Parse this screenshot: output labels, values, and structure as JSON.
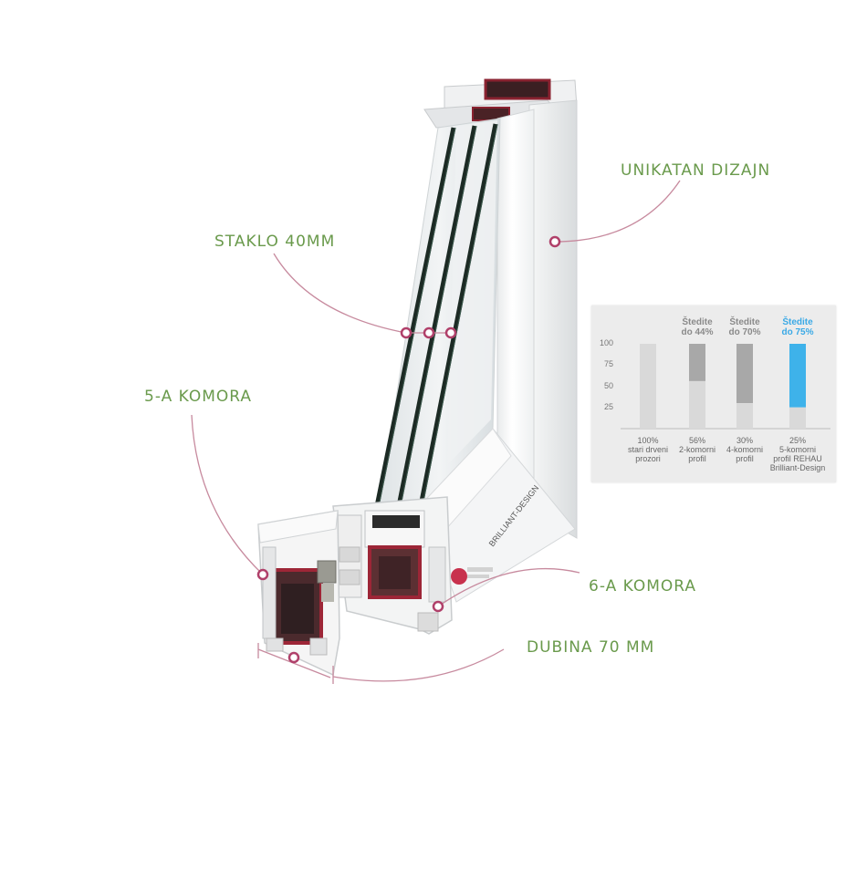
{
  "callouts": {
    "unique_design": "UNIKATAN DIZAJN",
    "glass": "STAKLO 40MM",
    "five_chamber": "5-A KOMORA",
    "six_chamber": "6-A KOMORA",
    "depth": "DUBINA 70 MM"
  },
  "profile_print": {
    "brand_text": "BRILLIANT-DESIGN"
  },
  "colors": {
    "callout_text": "#6a9a4c",
    "leader_line": "#c78a9e",
    "leader_dot": "#b0406a",
    "bar_light": "#d9d9d9",
    "bar_dark": "#a8a8a8",
    "bar_highlight": "#3eb2ea"
  },
  "chart_data": {
    "type": "bar",
    "title": "",
    "xlabel": "",
    "ylabel": "",
    "ylim": [
      0,
      100
    ],
    "yticks": [
      25,
      50,
      75,
      100
    ],
    "categories": [
      {
        "percent_label": "100%",
        "lines": [
          "stari drveni",
          "prozori"
        ]
      },
      {
        "percent_label": "56%",
        "lines": [
          "2-komorni",
          "profil"
        ]
      },
      {
        "percent_label": "30%",
        "lines": [
          "4-komorni",
          "profil"
        ]
      },
      {
        "percent_label": "25%",
        "lines": [
          "5-komorni",
          "profil REHAU",
          "Brilliant-Design"
        ]
      }
    ],
    "savings_labels": [
      null,
      [
        "Štedite",
        "do 44%"
      ],
      [
        "Štedite",
        "do 70%"
      ],
      [
        "Štedite",
        "do 75%"
      ]
    ],
    "values": [
      100,
      56,
      30,
      25
    ],
    "savings": [
      0,
      44,
      70,
      75
    ],
    "highlight_index": 3
  }
}
